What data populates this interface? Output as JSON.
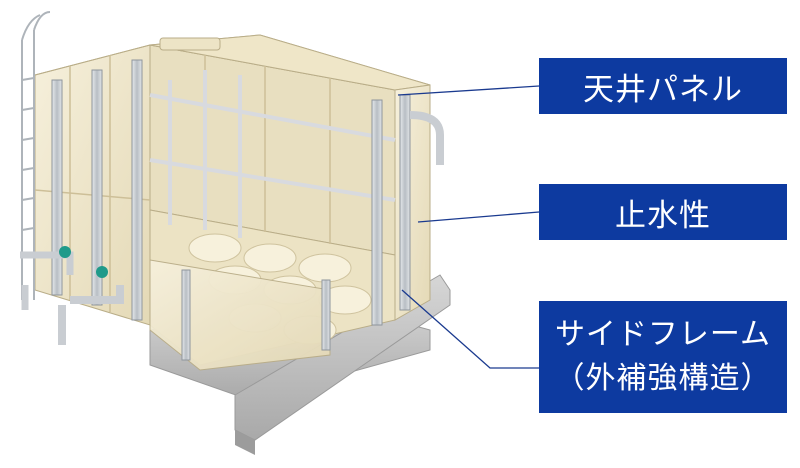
{
  "labels": {
    "roof_panel": "天井パネル",
    "watertight": "止水性",
    "side_frame_line1": "サイドフレーム",
    "side_frame_line2": "（外補強構造）"
  },
  "colors": {
    "label_background": "#0d3aa0",
    "label_text": "#ffffff",
    "leader_line": "#1a3a8f",
    "panel_cream": "#efe6c8",
    "frame_steel": "#c9ced3",
    "concrete_base": "#c4c4c4",
    "valve_teal": "#1f9a8a"
  }
}
